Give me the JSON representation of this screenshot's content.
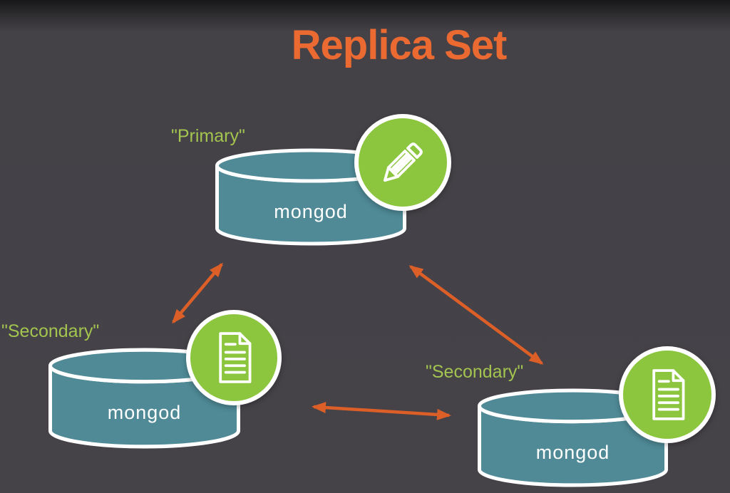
{
  "title": "Replica Set",
  "colors": {
    "background": "#454248",
    "background_top_fade": "#171619",
    "title_orange": "#EA6A31",
    "arrow_orange": "#DD5F28",
    "role_label_green": "#A3C54F",
    "badge_green": "#8CC63F",
    "cylinder_teal": "#4F8A96",
    "outline_white": "#FFFFFF"
  },
  "nodes": [
    {
      "id": "primary",
      "role_label": "\"Primary\"",
      "name": "mongod",
      "badge_icon": "pencil-icon"
    },
    {
      "id": "secondary-left",
      "role_label": "\"Secondary\"",
      "name": "mongod",
      "badge_icon": "document-icon"
    },
    {
      "id": "secondary-right",
      "role_label": "\"Secondary\"",
      "name": "mongod",
      "badge_icon": "document-icon"
    }
  ],
  "connections": [
    {
      "from": "primary",
      "to": "secondary-left",
      "bidirectional": true
    },
    {
      "from": "primary",
      "to": "secondary-right",
      "bidirectional": true
    },
    {
      "from": "secondary-left",
      "to": "secondary-right",
      "bidirectional": true
    }
  ]
}
